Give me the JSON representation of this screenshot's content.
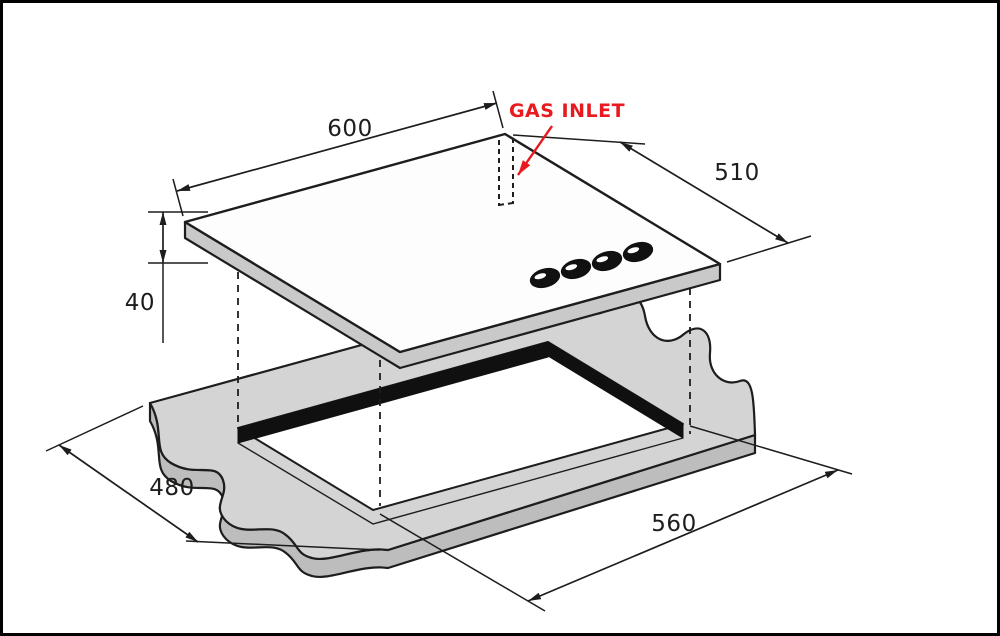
{
  "diagram": {
    "type": "gas-hob-installation-cutout",
    "annotations": {
      "gas_inlet_label": "GAS INLET"
    },
    "dimensions": {
      "hob_width": "600",
      "hob_depth": "510",
      "hob_height": "40",
      "cutout_depth": "480",
      "cutout_width": "560"
    },
    "colors": {
      "accent_red": "#e8191f",
      "line": "#1d1d1b",
      "hob_side": "#c9c9c9",
      "hob_top": "#fdfdfd",
      "worktop_top": "#d4d4d4",
      "worktop_side": "#bdbdbd",
      "cutout_wall": "#101010",
      "frame_border": "#000000",
      "background": "#ffffff"
    }
  }
}
